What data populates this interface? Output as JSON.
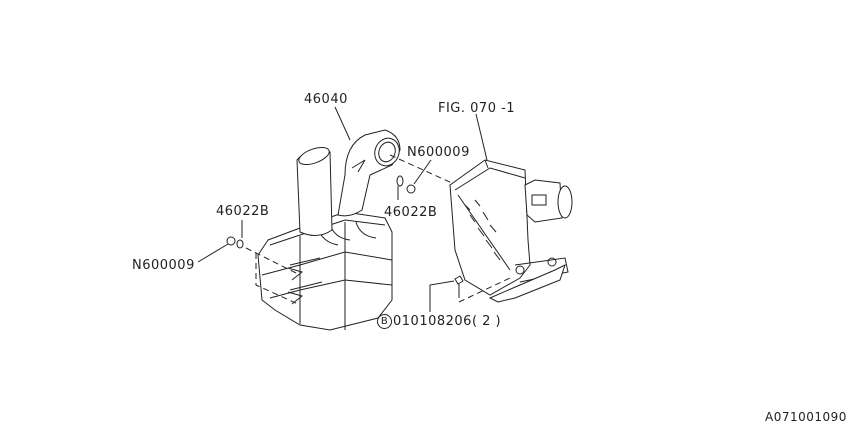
{
  "diagram": {
    "type": "parts-exploded-view",
    "figure_ref": "FIG. 070 -1",
    "drawing_id": "A071001090",
    "callouts": [
      {
        "id": "duct",
        "label": "46040"
      },
      {
        "id": "nut_upper",
        "label": "N600009"
      },
      {
        "id": "grommet_upper",
        "label": "46022B"
      },
      {
        "id": "grommet_left",
        "label": "46022B"
      },
      {
        "id": "nut_left",
        "label": "N600009"
      },
      {
        "id": "bolt",
        "symbol": "B",
        "label": "010108206",
        "qty": "( 2 )"
      }
    ],
    "parts": [
      {
        "name": "resonator-chamber",
        "icon": "resonator-box"
      },
      {
        "name": "intake-duct",
        "icon": "elbow-duct"
      },
      {
        "name": "air-cleaner-case",
        "icon": "air-box"
      },
      {
        "name": "air-flow-meter",
        "icon": "mass-air-flow-sensor"
      }
    ]
  }
}
